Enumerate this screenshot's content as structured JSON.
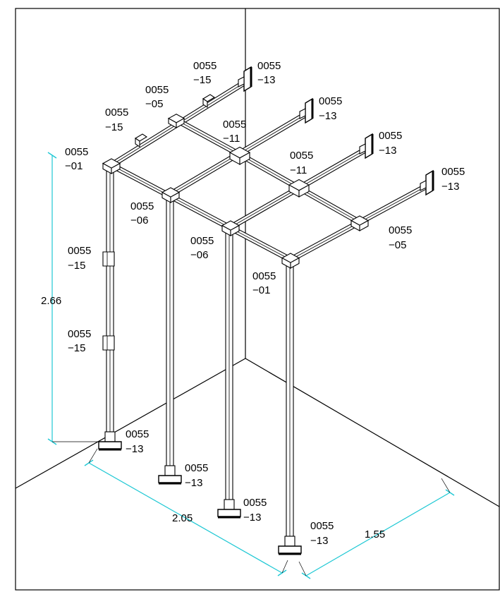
{
  "dimensions": {
    "height": "2.66",
    "length": "2.05",
    "depth": "1.55"
  },
  "labels": [
    {
      "id": "wall-top-left",
      "code": "0055",
      "suffix": "−15"
    },
    {
      "id": "wall-top-right",
      "code": "0055",
      "suffix": "−13"
    },
    {
      "id": "upper-second",
      "code": "0055",
      "suffix": "−05"
    },
    {
      "id": "upper-third",
      "code": "0055",
      "suffix": "−15"
    },
    {
      "id": "back-corner",
      "code": "0055",
      "suffix": "−01"
    },
    {
      "id": "mid-cross-1",
      "code": "0055",
      "suffix": "−11"
    },
    {
      "id": "wall-mount-2",
      "code": "0055",
      "suffix": "−13"
    },
    {
      "id": "wall-mount-3",
      "code": "0055",
      "suffix": "−13"
    },
    {
      "id": "mid-cross-2",
      "code": "0055",
      "suffix": "−11"
    },
    {
      "id": "wall-mount-4",
      "code": "0055",
      "suffix": "−13"
    },
    {
      "id": "front-tee-1",
      "code": "0055",
      "suffix": "−06"
    },
    {
      "id": "front-tee-2",
      "code": "0055",
      "suffix": "−06"
    },
    {
      "id": "right-tee",
      "code": "0055",
      "suffix": "−05"
    },
    {
      "id": "front-corner",
      "code": "0055",
      "suffix": "−01"
    },
    {
      "id": "post-clamp-upper",
      "code": "0055",
      "suffix": "−15"
    },
    {
      "id": "post-clamp-lower",
      "code": "0055",
      "suffix": "−15"
    },
    {
      "id": "foot-1",
      "code": "0055",
      "suffix": "−13"
    },
    {
      "id": "foot-2",
      "code": "0055",
      "suffix": "−13"
    },
    {
      "id": "foot-3",
      "code": "0055",
      "suffix": "−13"
    },
    {
      "id": "foot-4",
      "code": "0055",
      "suffix": "−13"
    }
  ]
}
